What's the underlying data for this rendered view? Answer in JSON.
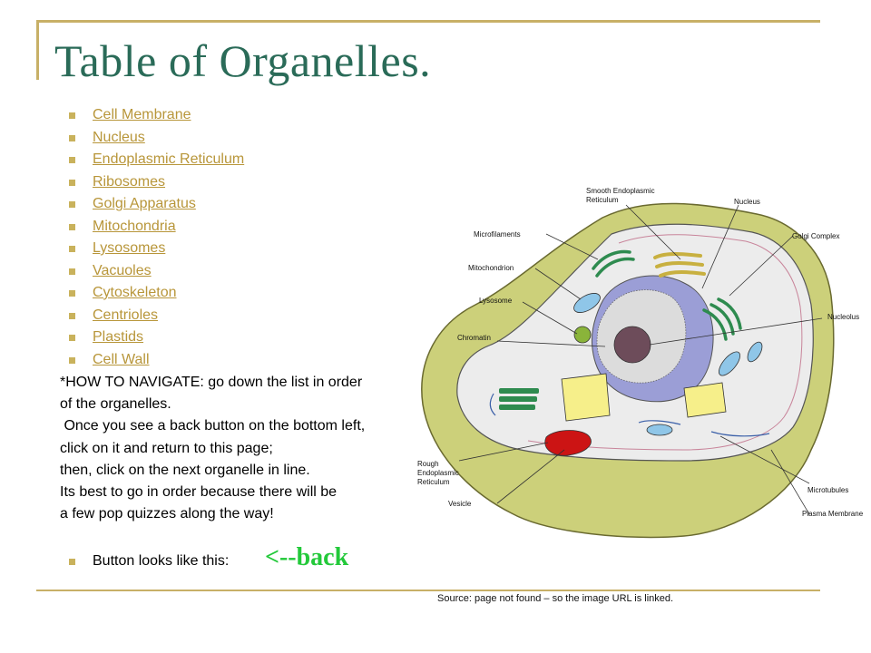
{
  "slide": {
    "title": "Table of Organelles.",
    "organelles": [
      "Cell Membrane",
      "Nucleus",
      "Endoplasmic Reticulum",
      "Ribosomes",
      "Golgi Apparatus",
      "Mitochondria",
      "Lysosomes",
      "Vacuoles",
      "Cytoskeleton",
      "Centrioles",
      "Plastids",
      "Cell Wall"
    ],
    "instructions": [
      "*HOW TO NAVIGATE: go down the list in order",
      "of the organelles.",
      " Once you see a back button on the bottom left,",
      "click on it and return to this page;",
      "then, click on the next organelle in line.",
      "Its best to go in order because there will be",
      "a few pop quizzes along the way!"
    ],
    "button_hint_label": "Button looks like this:",
    "back_button_sample": "<--back",
    "source_note": "Source: page not found – so the image URL  is linked."
  },
  "diagram_labels": {
    "smooth_er": [
      "Smooth Endoplasmic",
      "Reticulum"
    ],
    "nucleus": "Nucleus",
    "golgi": "Golgi Complex",
    "microfilaments": "Microfilaments",
    "mitochondrion": "Mitochondrion",
    "lysosome": "Lysosome",
    "nucleolus": "Nucleolus",
    "chromatin": "Chromatin",
    "rough_er": [
      "Rough",
      "Endoplasmic",
      "Reticulum"
    ],
    "microtubules": "Microtubules",
    "vesicle": "Vesicle",
    "plasma_membrane": "Plasma Membrane"
  },
  "colors": {
    "title": "#2a6b58",
    "link": "#b8963a",
    "bullet": "#c9b25c",
    "back_button": "#23c93a",
    "cell_wall": "#ccd07a",
    "cytoplasm": "#ececec",
    "nucleus": "#9b9ed6"
  }
}
